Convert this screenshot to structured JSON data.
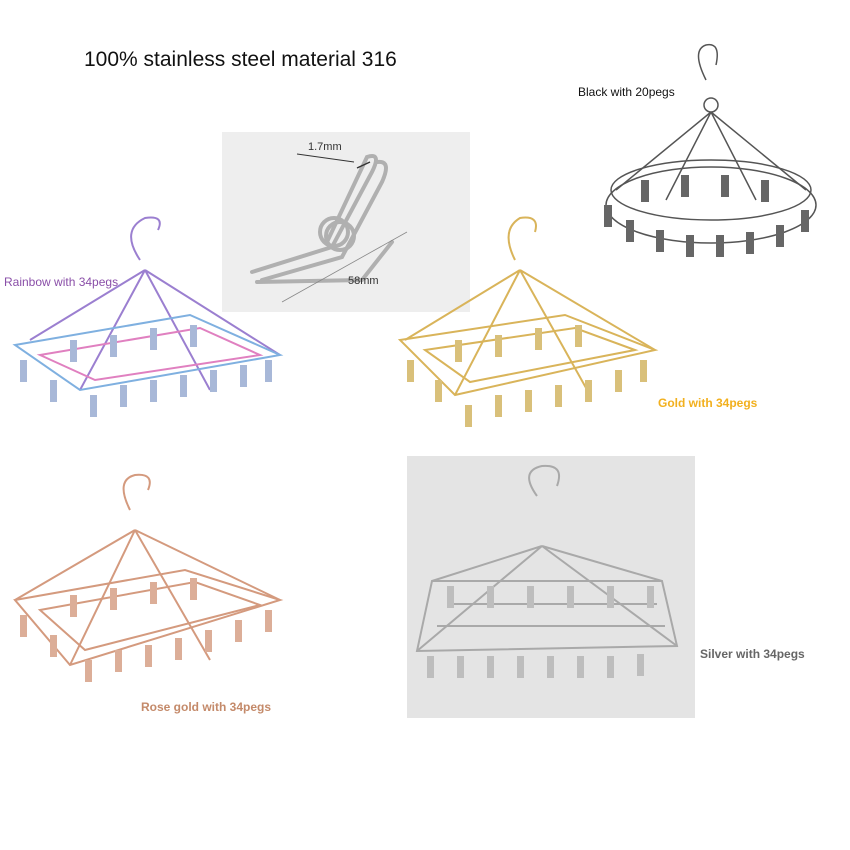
{
  "title": "100% stainless steel material 316",
  "labels": {
    "black": "Black with 20pegs",
    "rainbow": "Rainbow with 34pegs",
    "gold": "Gold with 34pegs",
    "rose": "Rose gold with 34pegs",
    "silver": "Silver with 34pegs"
  },
  "clip_dims": {
    "thickness": "1.7mm",
    "length": "58mm"
  },
  "colors": {
    "black": "#555555",
    "rainbow": "#9b7fd0",
    "gold": "#d9b45a",
    "rose": "#d49a7e",
    "silver": "#a9a9a9",
    "gold_label": "#f2b01e",
    "rose_label": "#c48a6a",
    "rainbow_label": "#8a4fa8"
  }
}
